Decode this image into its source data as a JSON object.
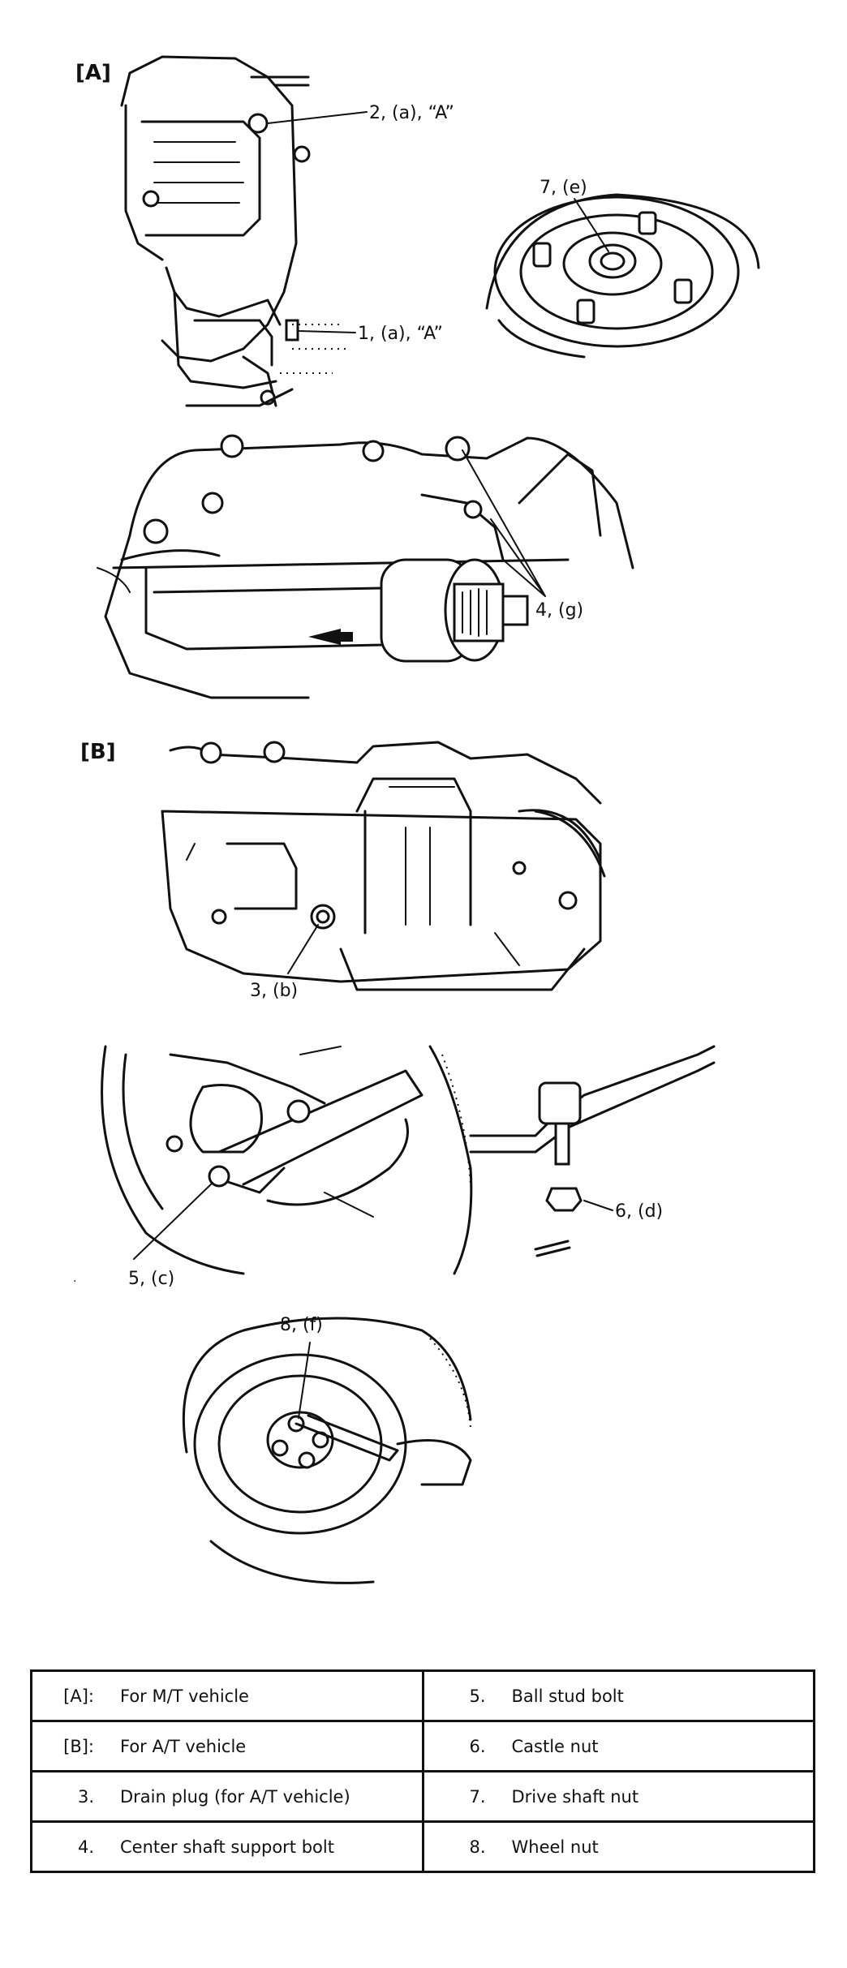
{
  "sections": {
    "a_label": "[A]",
    "b_label": "[B]"
  },
  "callouts": [
    {
      "id": "c1",
      "text": "1, (a), “A”"
    },
    {
      "id": "c2",
      "text": "2, (a), “A”"
    },
    {
      "id": "c3",
      "text": "3, (b)"
    },
    {
      "id": "c4",
      "text": "4, (g)"
    },
    {
      "id": "c5",
      "text": "5, (c)"
    },
    {
      "id": "c6",
      "text": "6, (d)"
    },
    {
      "id": "c7",
      "text": "7, (e)"
    },
    {
      "id": "c8",
      "text": "8, (f)"
    }
  ],
  "legend": {
    "rows": [
      {
        "left_code": "[A]:",
        "left_text": "For M/T vehicle",
        "right_code": "5.",
        "right_text": "Ball stud bolt"
      },
      {
        "left_code": "[B]:",
        "left_text": "For A/T vehicle",
        "right_code": "6.",
        "right_text": "Castle nut"
      },
      {
        "left_code": "3.",
        "left_text": "Drain plug (for A/T vehicle)",
        "right_code": "7.",
        "right_text": "Drive shaft nut"
      },
      {
        "left_code": "4.",
        "left_text": "Center shaft support bolt",
        "right_code": "8.",
        "right_text": "Wheel nut"
      }
    ]
  }
}
